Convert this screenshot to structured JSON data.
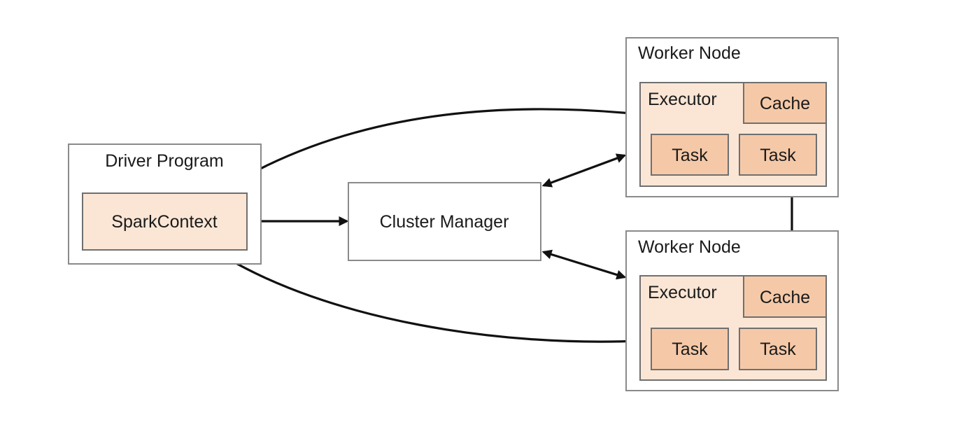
{
  "colors": {
    "background": "#ffffff",
    "box_border": "#8a8a8a",
    "box_fill": "#ffffff",
    "orange_light": "#fbe6d5",
    "orange_mid": "#f5c9a8",
    "orange_border": "#6f6f6f",
    "arrow": "#111111",
    "text": "#1a1a1a"
  },
  "driver": {
    "title": "Driver Program",
    "context_label": "SparkContext"
  },
  "cluster_manager": {
    "label": "Cluster Manager"
  },
  "workers": [
    {
      "title": "Worker Node",
      "executor_label": "Executor",
      "cache_label": "Cache",
      "tasks": [
        "Task",
        "Task"
      ]
    },
    {
      "title": "Worker Node",
      "executor_label": "Executor",
      "cache_label": "Cache",
      "tasks": [
        "Task",
        "Task"
      ]
    }
  ],
  "connectors": [
    {
      "id": "driver-to-worker-1-executor",
      "style": "curved",
      "direction": "bidirectional"
    },
    {
      "id": "driver-to-cluster-manager",
      "style": "straight",
      "direction": "bidirectional"
    },
    {
      "id": "cluster-manager-to-worker-1",
      "style": "straight",
      "direction": "bidirectional"
    },
    {
      "id": "cluster-manager-to-worker-2",
      "style": "straight",
      "direction": "bidirectional"
    },
    {
      "id": "worker-1-to-worker-2-cache",
      "style": "straight",
      "direction": "bidirectional"
    },
    {
      "id": "driver-to-worker-2-executor",
      "style": "curved",
      "direction": "bidirectional"
    }
  ]
}
